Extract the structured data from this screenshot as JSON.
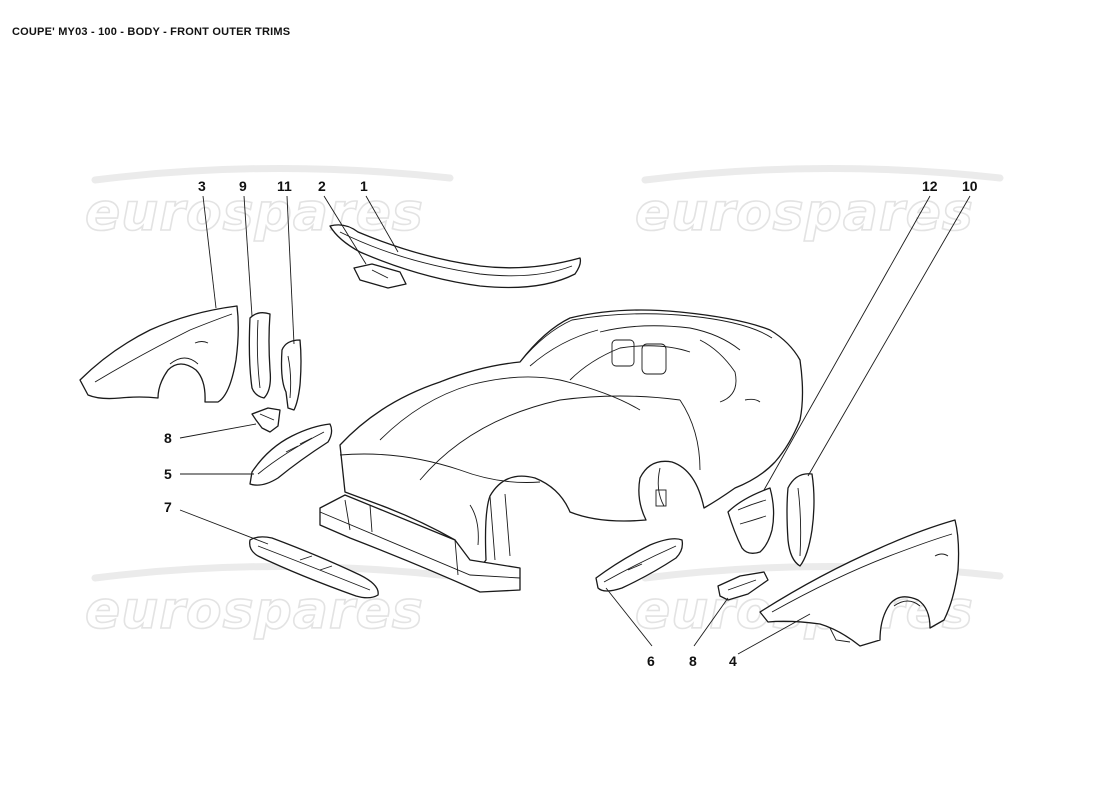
{
  "header": {
    "title": "COUPE' MY03 - 100 - BODY - FRONT OUTER TRIMS"
  },
  "watermark": {
    "text": "eurospares",
    "color": "#e3e3e3"
  },
  "callouts": [
    "3",
    "9",
    "11",
    "2",
    "1",
    "12",
    "10",
    "8",
    "5",
    "7",
    "6",
    "8",
    "4"
  ]
}
